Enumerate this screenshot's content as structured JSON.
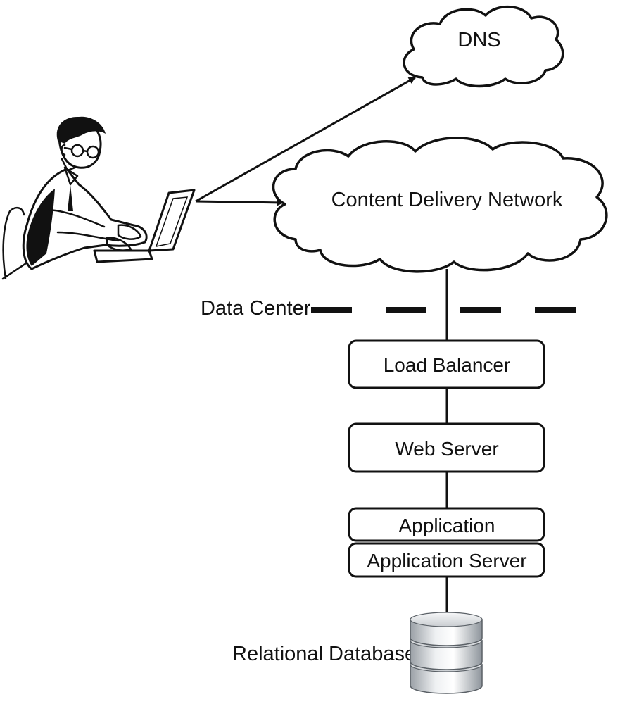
{
  "nodes": {
    "dns": "DNS",
    "cdn": "Content Delivery Network",
    "data_center": "Data Center",
    "load_balancer": "Load Balancer",
    "web_server": "Web Server",
    "application": "Application",
    "application_server": "Application Server",
    "database": "Relational Database"
  },
  "icons": {
    "user": "user-at-laptop-icon",
    "database": "database-cylinder-icon"
  }
}
